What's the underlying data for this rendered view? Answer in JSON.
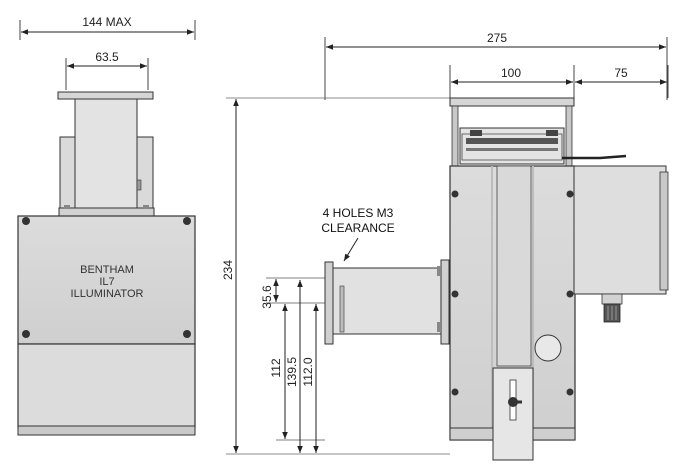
{
  "front_view": {
    "overall_width_label": "144 MAX",
    "port_width_label": "63.5",
    "housing_label": {
      "line1": "BENTHAM",
      "line2": "IL7",
      "line3": "ILLUMINATOR"
    }
  },
  "side_view": {
    "overall_length_label": "275",
    "body_length_label": "100",
    "rear_extension_label": "75",
    "height_label": "234",
    "port_dims": {
      "flange_label": "35.6",
      "dim_a_label": "112",
      "dim_b_label": "139.5",
      "dim_c_label": "112.0"
    },
    "callout": {
      "line1": "4 HOLES M3",
      "line2": "CLEARANCE"
    }
  }
}
